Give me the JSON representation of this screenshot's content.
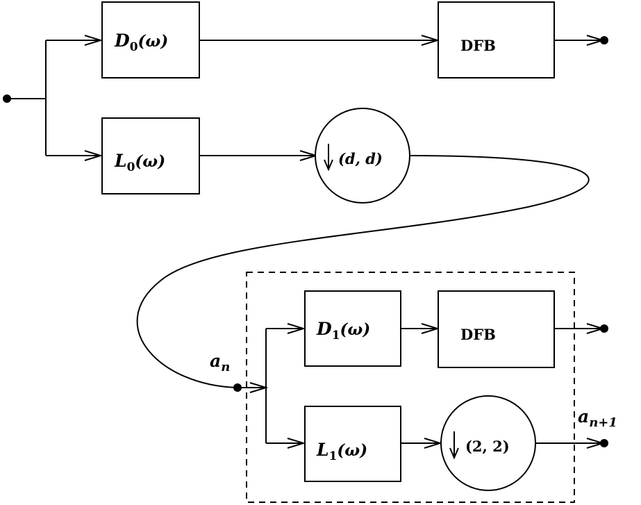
{
  "blocks": {
    "d0": {
      "main": "D",
      "sub": "0",
      "arg": "(ω)"
    },
    "dfb0": {
      "label": "DFB"
    },
    "l0": {
      "main": "L",
      "sub": "0",
      "arg": "(ω)"
    },
    "down0": {
      "label": "(d, d)"
    },
    "d1": {
      "main": "D",
      "sub": "1",
      "arg": "(ω)"
    },
    "dfb1": {
      "label": "DFB"
    },
    "l1": {
      "main": "L",
      "sub": "1",
      "arg": "(ω)"
    },
    "down1": {
      "label": "(2, 2)"
    }
  },
  "labels": {
    "an": {
      "main": "a",
      "sub": "n"
    },
    "an1": {
      "main": "a",
      "sub": "n+1"
    }
  },
  "icons": {
    "downsample": "down-arrow-icon"
  }
}
